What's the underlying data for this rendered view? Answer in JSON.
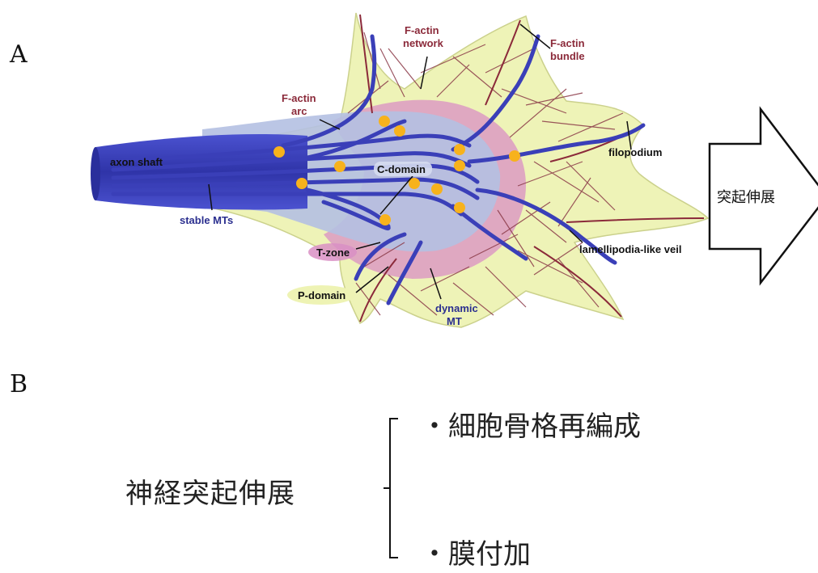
{
  "panels": {
    "a": "A",
    "b": "B"
  },
  "figure_a": {
    "labels": {
      "f_actin_network": [
        "F-actin",
        "network"
      ],
      "f_actin_bundle": [
        "F-actin",
        "bundle"
      ],
      "f_actin_arc": [
        "F-actin",
        "arc"
      ],
      "axon_shaft": "axon shaft",
      "c_domain": "C-domain",
      "stable_mts": "stable MTs",
      "filopodium": "filopodium",
      "t_zone": "T-zone",
      "p_domain": "P-domain",
      "lamellipodia": "lamellipodia-like veil",
      "dynamic_mt": [
        "dynamic",
        "MT"
      ]
    },
    "arrow_label": "突起伸展",
    "colors": {
      "microtubule": "#3a3fb8",
      "p_domain_fill": "#eef3b4",
      "t_zone_fill": "#d98fc4",
      "c_domain_fill": "#b4c0e2",
      "actin": "#8b3a48",
      "dot": "#f7b21c"
    }
  },
  "figure_b": {
    "main": "神経突起伸展",
    "items": [
      "・細胞骨格再編成",
      "・膜付加"
    ]
  }
}
